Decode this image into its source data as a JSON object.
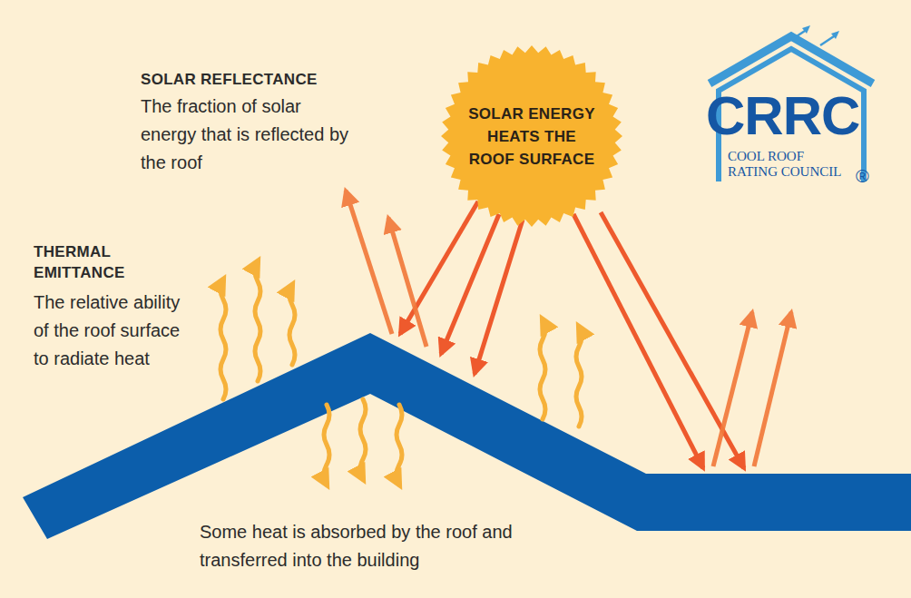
{
  "diagram": {
    "nodes": [
      {
        "text": [
          "SOLAR ENERGY HEATS THE ROOF SURFACE"
        ]
      }
    ],
    "labels": [
      "SOLAR REFLECTANCE",
      "The fraction of solar energy that is reflected by the roof",
      "THERMAL EMITTANCE",
      "The relative ability of the roof surface to radiate heat",
      "Some heat is absorbed by the roof and transferred into the building",
      "CRRC",
      "COOL ROOF RATING COUNCIL",
      "®"
    ]
  }
}
